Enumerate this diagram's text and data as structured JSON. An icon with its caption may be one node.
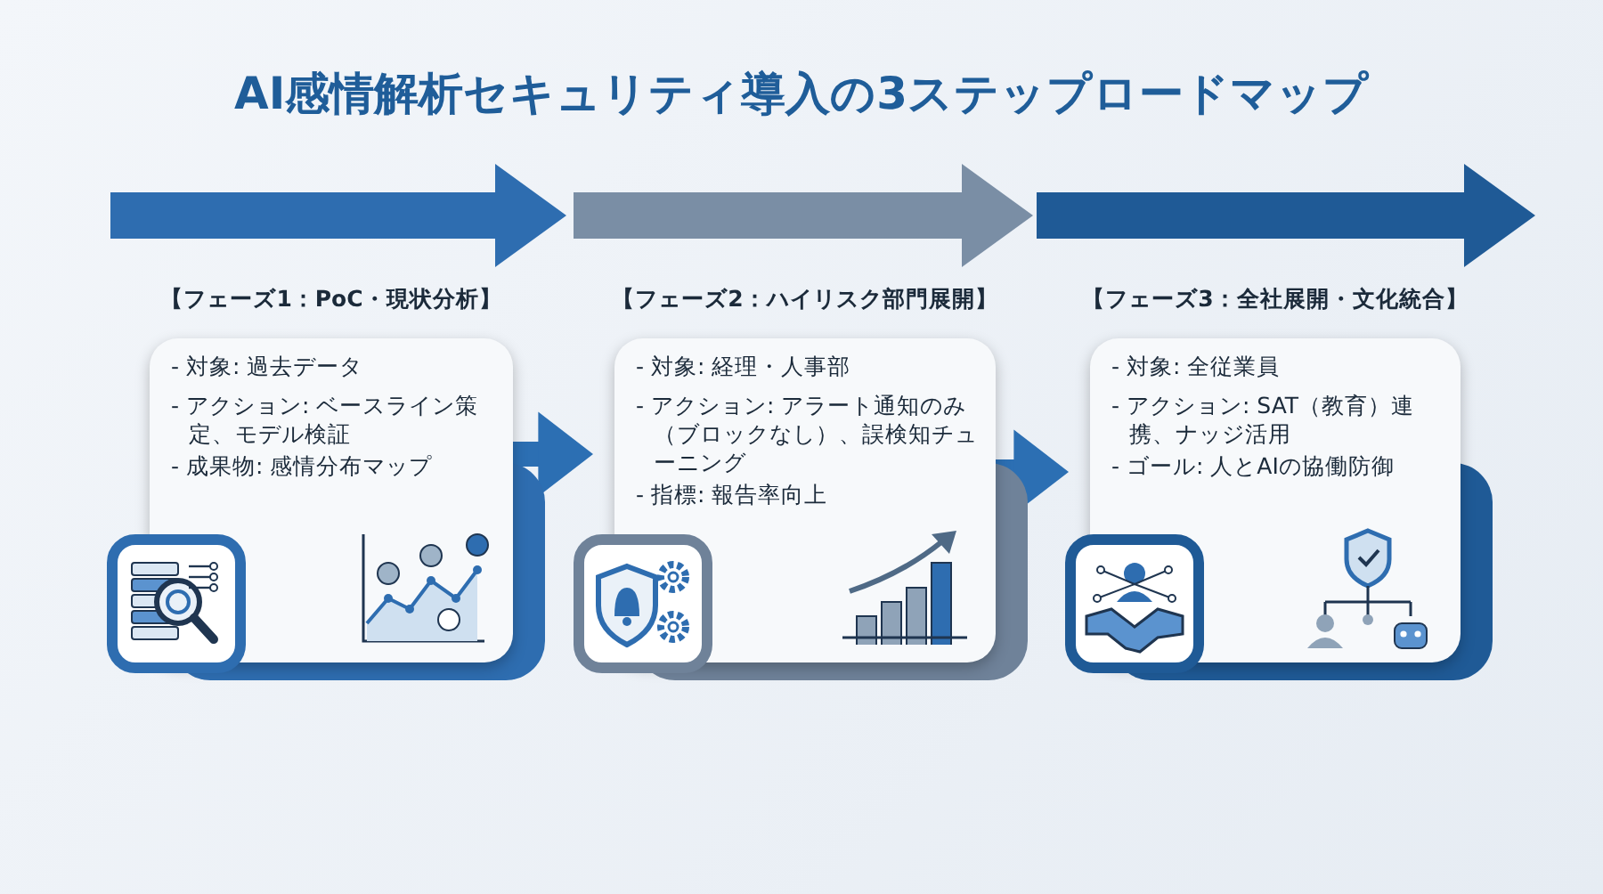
{
  "diagram": {
    "title": "AI感情解析セキュリティ導入の3ステップロードマップ",
    "nodes": [
      {
        "text": [
          "【フェーズ1：PoC・現状分析】",
          "- 対象: 過去データ",
          "- アクション: ベースライン策定、モデル検証",
          "- 成果物: 感情分布マップ"
        ]
      },
      {
        "text": [
          "【フェーズ2：ハイリスク部門展開】",
          "- 対象: 経理・人事部",
          "- アクション: アラート通知のみ（ブロックなし）、誤検知チューニング",
          "- 指標: 報告率向上"
        ]
      },
      {
        "text": [
          "【フェーズ3：全社展開・文化統合】",
          "- 対象: 全従業員",
          "- アクション: SAT（教育）連携、ナッジ活用",
          "- ゴール: 人とAIの協働防御"
        ]
      }
    ],
    "edges": [
      {
        "from": 0,
        "to": 1,
        "arrow": "to"
      },
      {
        "from": 1,
        "to": 2,
        "arrow": "to"
      }
    ]
  }
}
